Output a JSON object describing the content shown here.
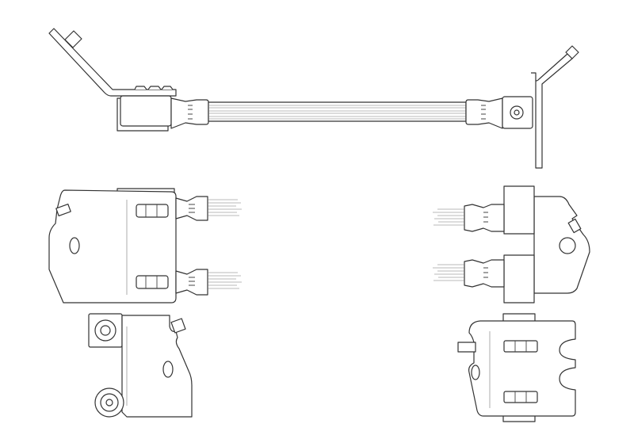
{
  "drawing": {
    "views": [
      "top-view",
      "side-view-left",
      "side-view-right",
      "end-view-left",
      "end-view-right"
    ],
    "colors": {
      "line": "#333333",
      "background": "#ffffff"
    }
  }
}
